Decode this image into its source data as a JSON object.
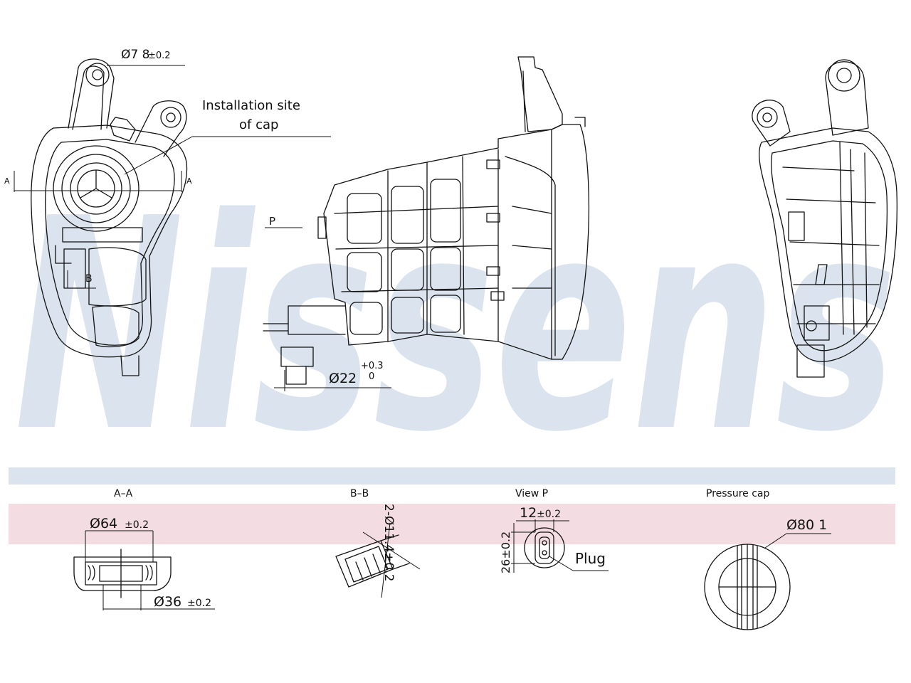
{
  "brand": {
    "watermark": "Nissens",
    "watermark_color": "#dbe4ee",
    "band_blue": "#dbe4ee",
    "band_pink": "#f4dde2"
  },
  "top_view": {
    "dim_bolt": "Ø7 8",
    "dim_bolt_tol": "±0.2",
    "note_line1": "Installation site",
    "note_line2": "of cap",
    "section_left": "A",
    "section_right": "A",
    "section_b": "B"
  },
  "side_view": {
    "view_marker": "P",
    "dim_outlet": "Ø22",
    "dim_outlet_tol_upper": "+0.3",
    "dim_outlet_tol_lower": "0"
  },
  "details": {
    "aa": {
      "title": "A–A",
      "dim_outer": "Ø64",
      "dim_outer_tol": "±0.2",
      "dim_inner": "Ø36",
      "dim_inner_tol": "±0.2"
    },
    "bb": {
      "title": "B–B",
      "dim": "2-Ø11.4±0.2"
    },
    "view_p": {
      "title": "View  P",
      "dim_width": "12",
      "dim_width_tol": "±0.2",
      "dim_height": "26±0.2",
      "plug_label": "Plug"
    },
    "pressure_cap": {
      "title": "Pressure cap",
      "dim": "Ø80 1"
    }
  }
}
